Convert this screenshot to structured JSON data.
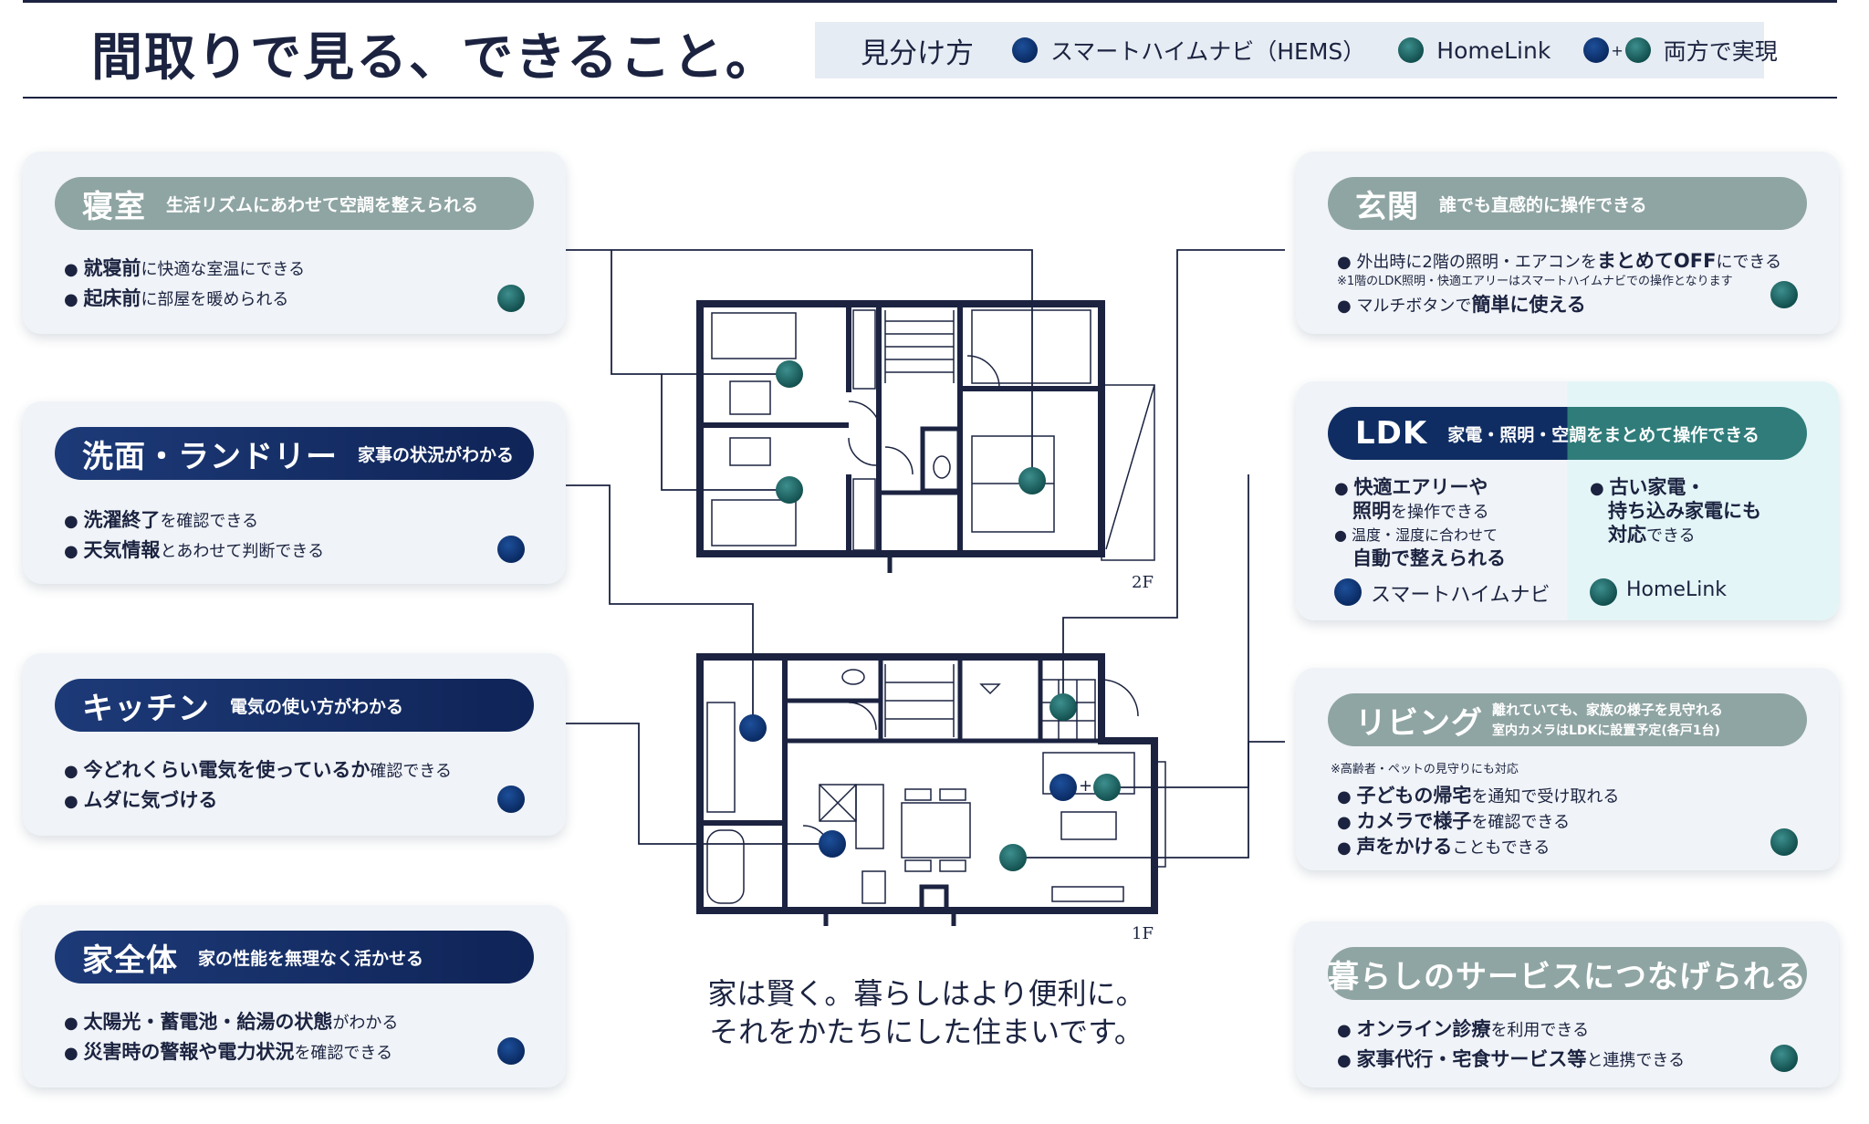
{
  "header": {
    "title": "間取りで見る、できること。",
    "legend_title": "見分け方",
    "legend_hems": "スマートハイムナビ（HEMS）",
    "legend_homelink": "HomeLink",
    "legend_both_plus": "+",
    "legend_both": "両方で実現"
  },
  "colors": {
    "navy": "#1b2340",
    "hems_dot": "#0d3a7c",
    "homelink_dot": "#226b6a",
    "pill_gray": "#8fa5a3"
  },
  "cards": {
    "bedroom": {
      "name": "寝室",
      "sub": "生活リズムにあわせて空調を整えられる",
      "l1_b": "就寝前",
      "l1_r": "に快適な室温にできる",
      "l2_b": "起床前",
      "l2_r": "に部屋を暖められる"
    },
    "laundry": {
      "name": "洗面・ランドリー",
      "sub": "家事の状況がわかる",
      "l1_b": "洗濯終了",
      "l1_r": "を確認できる",
      "l2_b": "天気情報",
      "l2_r": "とあわせて判断できる"
    },
    "kitchen": {
      "name": "キッチン",
      "sub": "電気の使い方がわかる",
      "l1_b": "今どれくらい電気を使っているか",
      "l1_r": "確認できる",
      "l2_b": "ムダに気づける"
    },
    "whole": {
      "name": "家全体",
      "sub": "家の性能を無理なく活かせる",
      "l1_b": "太陽光・蓄電池・給湯の状態",
      "l1_r": "がわかる",
      "l2_b": "災害時の警報や電力状況",
      "l2_r": "を確認できる"
    },
    "entrance": {
      "name": "玄関",
      "sub": "誰でも直感的に操作できる",
      "l1_r1": "外出時に2階の照明・エアコンを",
      "l1_b": "まとめてOFF",
      "l1_r2": "にできる",
      "note": "※1階のLDK照明・快適エアリーはスマートハイムナビでの操作となります",
      "l2_r": "マルチボタンで",
      "l2_b": "簡単に使える"
    },
    "ldk": {
      "name": "LDK",
      "sub": "家電・照明・空調をまとめて操作できる",
      "left_b1": "快適エアリーや",
      "left_b2": "照明",
      "left_r2": "を操作できる",
      "left_r3": "温度・湿度に合わせて",
      "left_b4": "自動で整えられる",
      "right_b1": "古い家電・",
      "right_b2": "持ち込み家電にも",
      "right_b3": "対応",
      "right_r3": "できる",
      "label_hems": "スマートハイムナビ",
      "label_homelink": "HomeLink"
    },
    "living": {
      "name": "リビング",
      "sub1": "離れていても、家族の様子を見守れる",
      "sub2": "室内カメラはLDKに設置予定(各戸1台)",
      "note": "※高齢者・ペットの見守りにも対応",
      "l1_b": "子どもの帰宅",
      "l1_r": "を通知で受け取れる",
      "l2_b": "カメラで様子",
      "l2_r": "を確認できる",
      "l3_b": "声をかける",
      "l3_r": "こともできる"
    },
    "services": {
      "name": "暮らしのサービスにつなげられる",
      "l1_b": "オンライン診療",
      "l1_r": "を利用できる",
      "l2_b": "家事代行・宅食サービス等",
      "l2_r": "と連携できる"
    }
  },
  "floorplan": {
    "label_2f": "2F",
    "label_1f": "1F",
    "plus": "+"
  },
  "caption": {
    "line1": "家は賢く。暮らしはより便利に。",
    "line2": "それをかたちにした住まいです。"
  }
}
